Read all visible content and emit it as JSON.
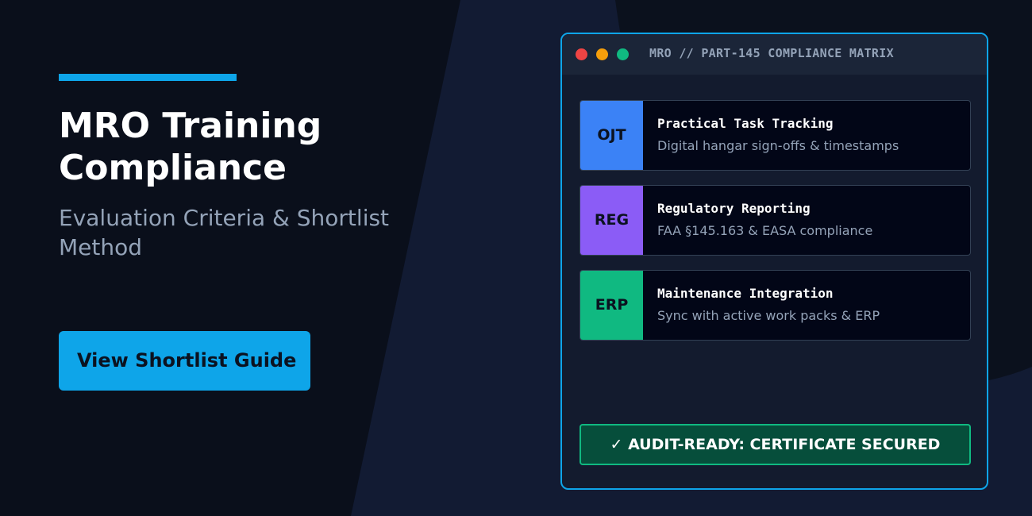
{
  "colors": {
    "background": "#0a0f1b",
    "panel": "#131b2e",
    "accent": "#0ea5e9",
    "ojt": "#3b82f6",
    "reg": "#8b5cf6",
    "erp": "#10b981",
    "success_bg": "#064e3b"
  },
  "hero": {
    "title": "MRO Training Compliance",
    "subtitle": "Evaluation Criteria & Shortlist Method",
    "cta_label": "View Shortlist Guide"
  },
  "window": {
    "title": "MRO // PART-145 COMPLIANCE MATRIX",
    "modules": [
      {
        "badge": "OJT",
        "title": "Practical Task Tracking",
        "description": "Digital hangar sign-offs & timestamps",
        "color": "#3b82f6"
      },
      {
        "badge": "REG",
        "title": "Regulatory Reporting",
        "description": "FAA §145.163 & EASA compliance",
        "color": "#8b5cf6"
      },
      {
        "badge": "ERP",
        "title": "Maintenance Integration",
        "description": "Sync with active work packs & ERP",
        "color": "#10b981"
      }
    ],
    "audit_status": "✓ AUDIT-READY: CERTIFICATE SECURED"
  }
}
